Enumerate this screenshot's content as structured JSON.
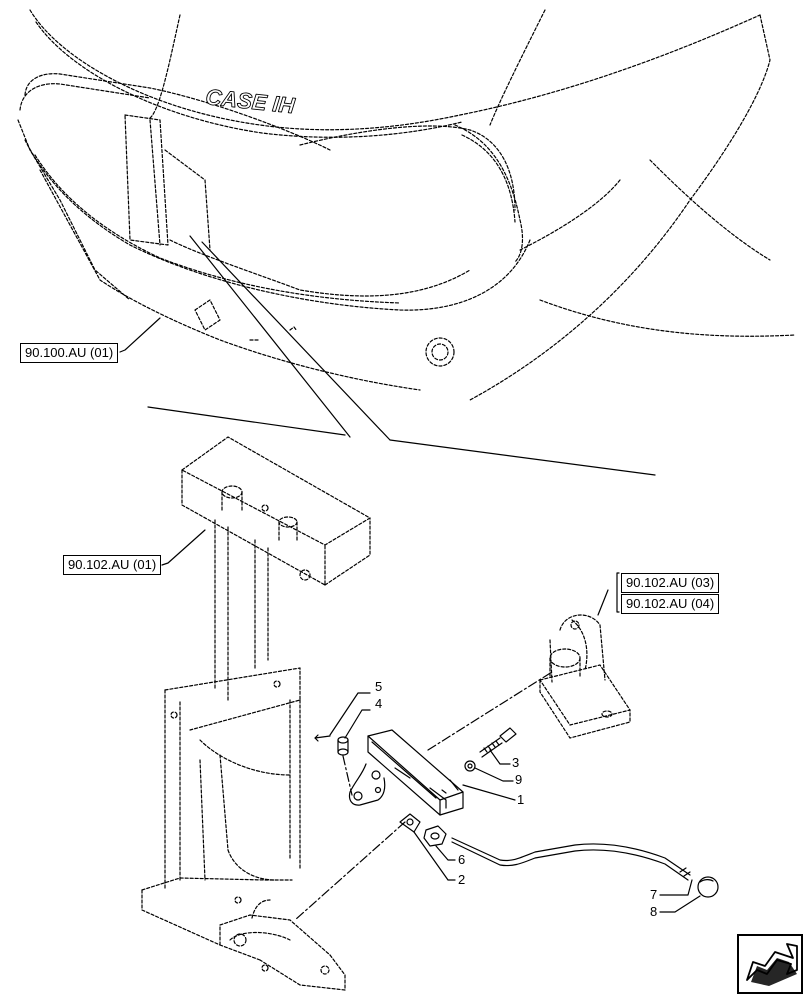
{
  "brand": "CASE IH",
  "references": {
    "hood": "90.100.AU (01)",
    "support": "90.102.AU (01)",
    "bracket_a": "90.102.AU (03)",
    "bracket_b": "90.102.AU (04)"
  },
  "callouts": {
    "c1": "1",
    "c2": "2",
    "c3": "3",
    "c4": "4",
    "c5": "5",
    "c6": "6",
    "c7": "7",
    "c8": "8",
    "c9": "9"
  },
  "icons": {
    "nav": "next-page-arrow-icon"
  }
}
